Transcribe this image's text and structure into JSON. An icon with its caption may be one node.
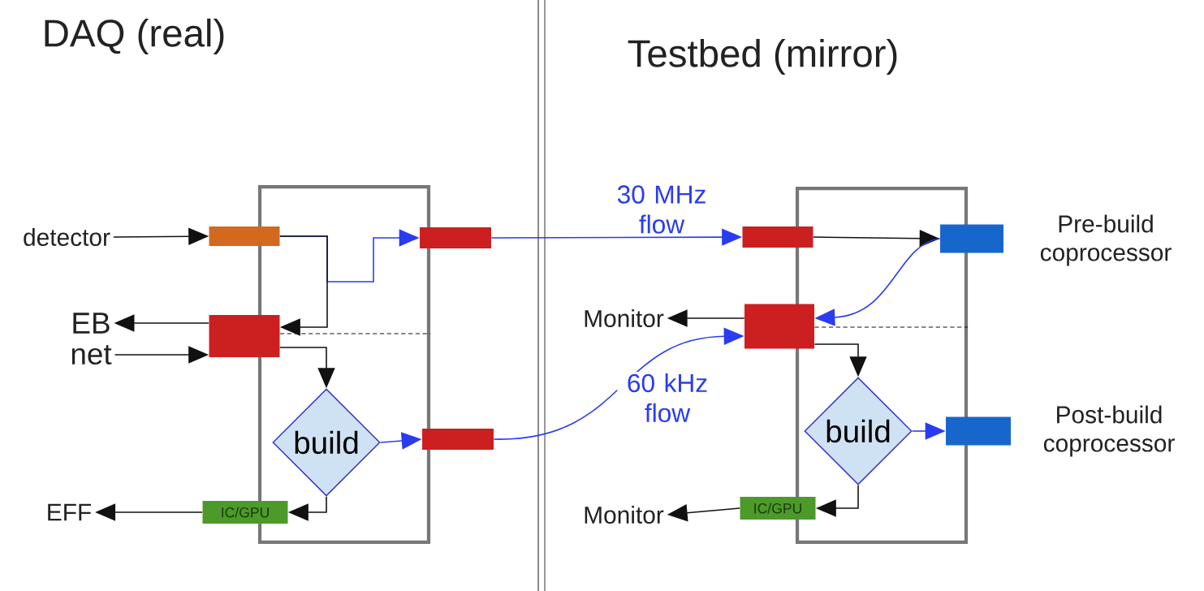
{
  "diagram": {
    "nodes": [
      {
        "text": [],
        "shape": "box"
      },
      {
        "text": [
          "detector"
        ]
      },
      {
        "text": [],
        "shape": "bar"
      },
      {
        "text": [],
        "shape": "bar"
      },
      {
        "text": [
          "EB"
        ]
      },
      {
        "text": [
          "net"
        ]
      },
      {
        "text": [],
        "shape": "bar"
      },
      {
        "text": [
          "build"
        ],
        "in": 0
      },
      {
        "text": [],
        "shape": "bar"
      },
      {
        "text": [
          "EFF"
        ]
      },
      {
        "text": [
          "IC/GPU"
        ]
      },
      {
        "text": [],
        "shape": "box"
      },
      {
        "text": [],
        "shape": "bar"
      },
      {
        "text": [],
        "shape": "bar",
        "beside": [
          "Pre-build coprocessor"
        ]
      },
      {
        "text": [
          "Monitor"
        ]
      },
      {
        "text": [],
        "shape": "bar"
      },
      {
        "text": [
          "build"
        ],
        "in": 11
      },
      {
        "text": [],
        "shape": "bar",
        "beside": [
          "Post-build coprocessor"
        ]
      },
      {
        "text": [
          "Monitor"
        ]
      },
      {
        "text": [
          "IC/GPU"
        ]
      }
    ],
    "edges": [
      {
        "from": 1,
        "to": 2,
        "arrow": "to"
      },
      {
        "from": 2,
        "to": 3,
        "arrow": "to",
        "color": "#2a3cf0"
      },
      {
        "from": 2,
        "to": 6,
        "arrow": "to"
      },
      {
        "from": 6,
        "to": 4,
        "arrow": "to"
      },
      {
        "from": 5,
        "to": 6,
        "arrow": "to"
      },
      {
        "from": 6,
        "to": 7,
        "arrow": "to"
      },
      {
        "from": 7,
        "to": 8,
        "arrow": "to",
        "color": "#2a3cf0"
      },
      {
        "from": 7,
        "to": 10,
        "arrow": "to"
      },
      {
        "from": 10,
        "to": 9,
        "arrow": "to"
      },
      {
        "from": 3,
        "to": 12,
        "arrow": "to",
        "color": "#2a3cf0",
        "label": "30 MHz flow"
      },
      {
        "from": 8,
        "to": 15,
        "arrow": "to",
        "color": "#2a3cf0",
        "label": "60 kHz flow"
      },
      {
        "from": 12,
        "to": 13,
        "arrow": "to"
      },
      {
        "from": 13,
        "to": 15,
        "arrow": "to",
        "color": "#2a3cf0"
      },
      {
        "from": 15,
        "to": 14,
        "arrow": "to"
      },
      {
        "from": 15,
        "to": 16,
        "arrow": "to"
      },
      {
        "from": 16,
        "to": 17,
        "arrow": "to",
        "color": "#2a3cf0"
      },
      {
        "from": 16,
        "to": 19,
        "arrow": "to"
      },
      {
        "from": 19,
        "to": 18,
        "arrow": "to"
      },
      {
        "from": 6,
        "to": 0,
        "arrow": "none",
        "style": "dashed"
      },
      {
        "from": 15,
        "to": 11,
        "arrow": "none",
        "style": "dashed"
      }
    ],
    "labels": [
      "DAQ (real)",
      "Testbed (mirror)"
    ]
  }
}
